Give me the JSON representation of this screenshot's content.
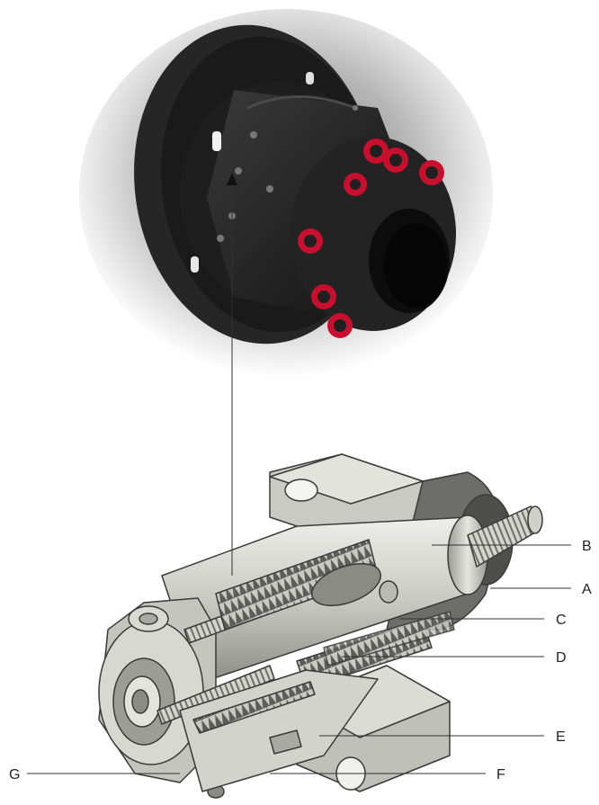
{
  "callouts": [
    {
      "id": "B",
      "label": "B"
    },
    {
      "id": "A",
      "label": "A"
    },
    {
      "id": "C",
      "label": "C"
    },
    {
      "id": "D",
      "label": "D"
    },
    {
      "id": "E",
      "label": "E"
    },
    {
      "id": "F",
      "label": "F"
    },
    {
      "id": "G",
      "label": "G"
    }
  ],
  "colors": {
    "black_body": "#1c1c1c",
    "disc": "#2a2a2a",
    "red_bolt": "#c8102e",
    "steel_light": "#d9d9d3",
    "steel_mid": "#b7b8b0",
    "steel_dark": "#7c7d77",
    "leader": "#333333"
  },
  "icons": [
    "coupling-photo",
    "cutaway-illustration"
  ]
}
